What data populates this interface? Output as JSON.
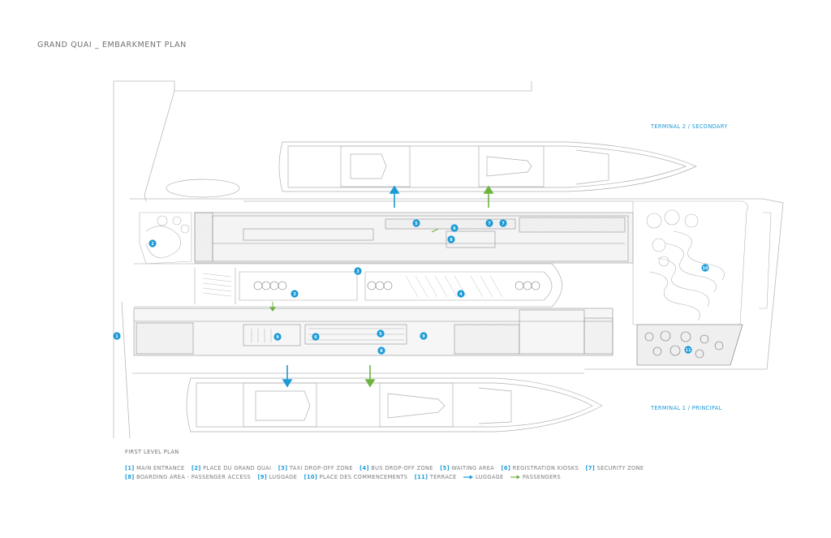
{
  "title": "GRAND QUAI _ EMBARKMENT PLAN",
  "caption": "FIRST LEVEL PLAN",
  "terminals": {
    "secondary": "TERMINAL 2 / SECONDARY",
    "principal": "TERMINAL 1 / PRINCIPAL"
  },
  "legend": [
    {
      "num": "[1]",
      "label": "MAIN ENTRANCE"
    },
    {
      "num": "[2]",
      "label": "PLACE DU GRAND QUAI"
    },
    {
      "num": "[3]",
      "label": "TAXI DROP-OFF ZONE"
    },
    {
      "num": "[4]",
      "label": "BUS DROP-OFF ZONE"
    },
    {
      "num": "[5]",
      "label": "WAITING AREA"
    },
    {
      "num": "[6]",
      "label": "REGISTRATION KIOSKS"
    },
    {
      "num": "[7]",
      "label": "SECURITY ZONE"
    },
    {
      "num": "[8]",
      "label": "BOARDING AREA - PASSENGER ACCESS"
    },
    {
      "num": "[9]",
      "label": "LUGGAGE"
    },
    {
      "num": "[10]",
      "label": "PLACE DES COMMENCEMENTS"
    },
    {
      "num": "[11]",
      "label": "TERRACE"
    }
  ],
  "flow_legend": {
    "luggage": "LUGGAGE",
    "passengers": "PASSENGERS",
    "luggage_color": "#1b9ad6",
    "passengers_color": "#6db33f"
  },
  "markers": [
    "1",
    "2",
    "3",
    "3",
    "4",
    "5",
    "6",
    "7",
    "8",
    "9",
    "5",
    "6",
    "7",
    "9",
    "8",
    "10",
    "11"
  ]
}
